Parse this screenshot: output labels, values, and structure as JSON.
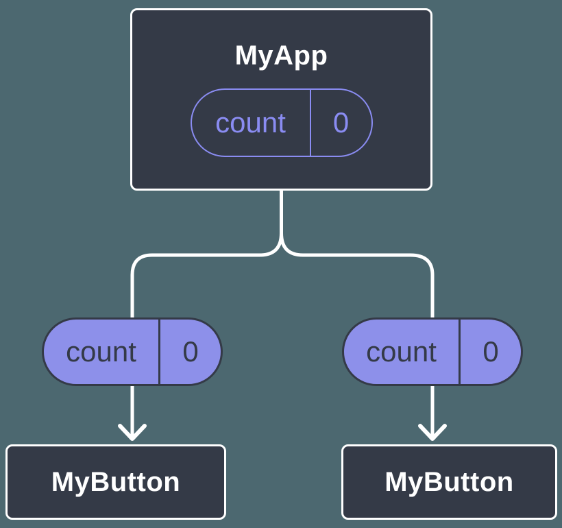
{
  "tree": {
    "root": {
      "title": "MyApp",
      "state": {
        "label": "count",
        "value": "0"
      }
    },
    "children": [
      {
        "title": "MyButton",
        "prop": {
          "label": "count",
          "value": "0"
        }
      },
      {
        "title": "MyButton",
        "prop": {
          "label": "count",
          "value": "0"
        }
      }
    ]
  },
  "colors": {
    "background": "#4C6870",
    "node_fill": "#343A47",
    "node_border": "#FFFFFF",
    "connector": "#FFFFFF",
    "state_accent": "#8A8CF2",
    "prop_fill": "#8D90EA",
    "prop_text": "#343A47",
    "title_text": "#FFFFFF"
  }
}
